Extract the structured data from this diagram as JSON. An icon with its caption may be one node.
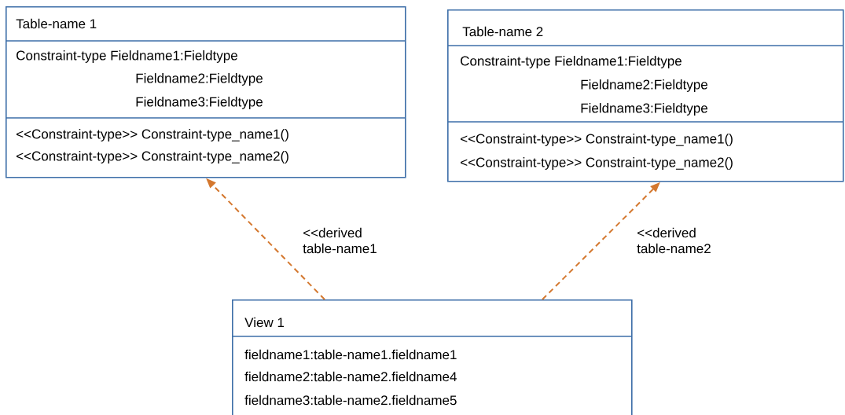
{
  "diagram": {
    "nodes": [
      {
        "text": [
          "Table-name 1",
          "Constraint-type Fieldname1:Fieldtype",
          "Fieldname2:Fieldtype",
          "Fieldname3:Fieldtype",
          "<<Constraint-type>> Constraint-type_name1()",
          "<<Constraint-type>> Constraint-type_name2()"
        ]
      },
      {
        "text": [
          "Table-name 2",
          "Constraint-type Fieldname1:Fieldtype",
          "Fieldname2:Fieldtype",
          "Fieldname3:Fieldtype",
          "<<Constraint-type>> Constraint-type_name1()",
          "<<Constraint-type>> Constraint-type_name2()"
        ]
      },
      {
        "text": [
          "View 1",
          "fieldname1:table-name1.fieldname1",
          "fieldname2:table-name2.fieldname4",
          "fieldname3:table-name2.fieldname5"
        ]
      }
    ],
    "edges": [
      {
        "from": 2,
        "to": 0,
        "arrow": "to",
        "label": "<<derived table-name1",
        "style": "dashed",
        "color": "#d4782f"
      },
      {
        "from": 2,
        "to": 1,
        "arrow": "to",
        "label": "<<derived table-name2",
        "style": "dashed",
        "color": "#d4782f"
      }
    ]
  }
}
